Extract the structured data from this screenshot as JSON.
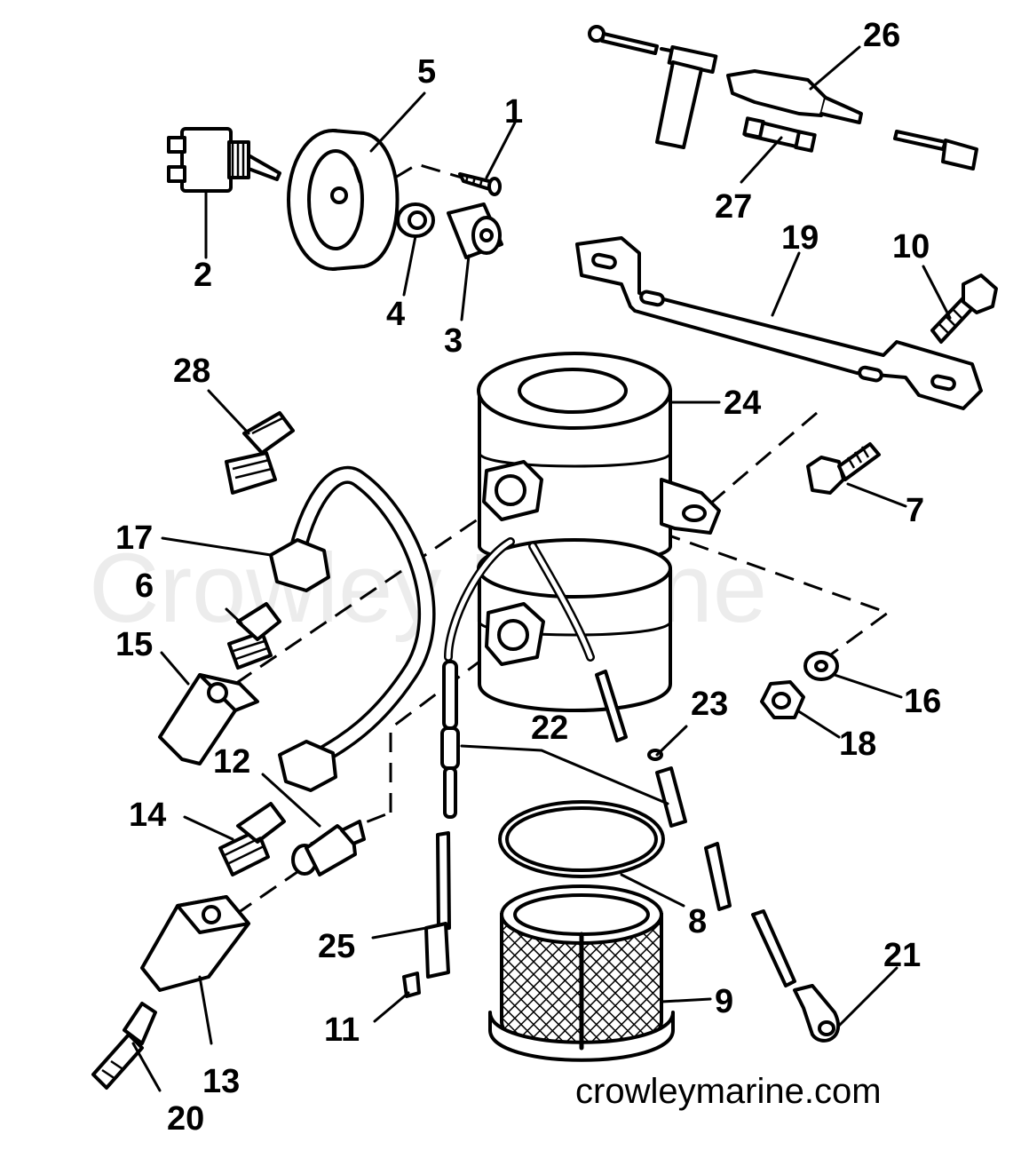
{
  "watermark": "Crowley Marine",
  "footer_url": "crowleymarine.com",
  "callouts": {
    "c1": "1",
    "c2": "2",
    "c3": "3",
    "c4": "4",
    "c5": "5",
    "c6": "6",
    "c7": "7",
    "c8": "8",
    "c9": "9",
    "c10": "10",
    "c11": "11",
    "c12": "12",
    "c13": "13",
    "c14": "14",
    "c15": "15",
    "c16": "16",
    "c17": "17",
    "c18": "18",
    "c19": "19",
    "c20": "20",
    "c21": "21",
    "c22": "22",
    "c23": "23",
    "c24": "24",
    "c25": "25",
    "c26": "26",
    "c27": "27",
    "c28": "28"
  }
}
